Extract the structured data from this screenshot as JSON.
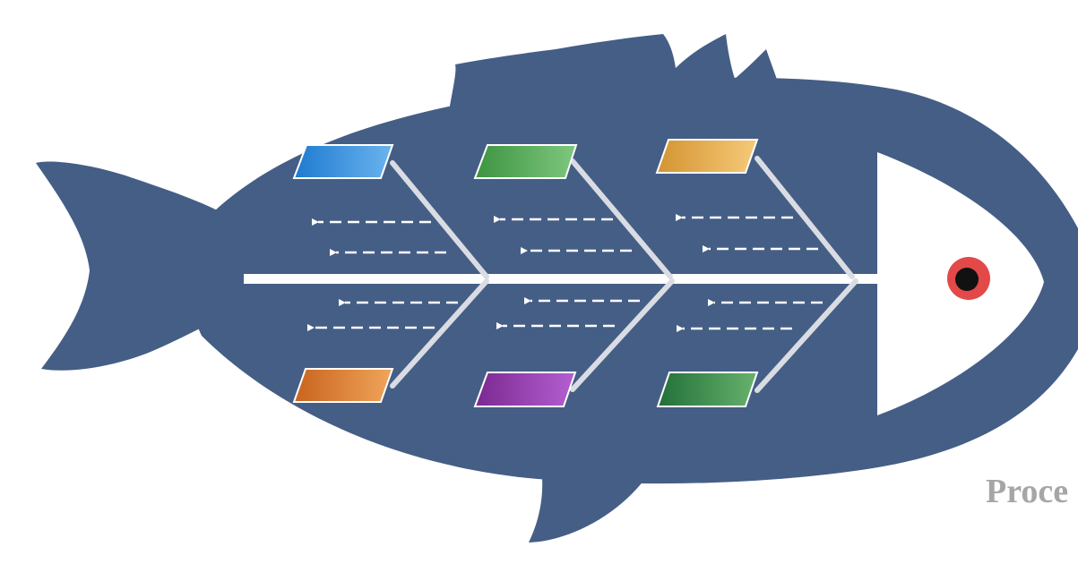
{
  "diagram": {
    "type": "fishbone",
    "body_color": "#455e86",
    "head_color": "#ffffff",
    "spine_color": "#ffffff",
    "bone_color": "#d9dde3",
    "arrow_color": "#ffffff",
    "eye_outer_color": "#e34949",
    "eye_inner_color": "#111111",
    "caption": "Proce",
    "caption_color": "#a6a6a6",
    "category_boxes": [
      {
        "position": "top-1",
        "gradient": [
          "#1f7ad0",
          "#6ab4ee"
        ]
      },
      {
        "position": "top-2",
        "gradient": [
          "#3c9440",
          "#7fc77f"
        ]
      },
      {
        "position": "top-3",
        "gradient": [
          "#d49431",
          "#f6ca79"
        ]
      },
      {
        "position": "bottom-1",
        "gradient": [
          "#c9631d",
          "#f0a55b"
        ]
      },
      {
        "position": "bottom-2",
        "gradient": [
          "#7a2891",
          "#b55fd1"
        ]
      },
      {
        "position": "bottom-3",
        "gradient": [
          "#23703a",
          "#67b26c"
        ]
      }
    ]
  }
}
